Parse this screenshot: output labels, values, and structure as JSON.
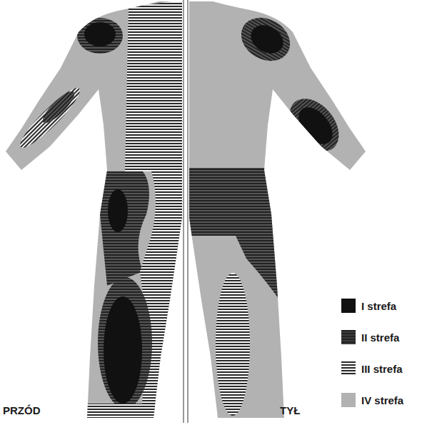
{
  "diagram": {
    "labels": [
      "PRZÓD",
      "TYŁ"
    ],
    "legend": [
      {
        "text": "I strefa",
        "color": "#111111"
      },
      {
        "text": "II strefa",
        "color": "#3c3c3c"
      },
      {
        "text": "III strefa",
        "color": "#9a9a9a"
      },
      {
        "text": "IV strefa",
        "color": "#b2b2b2"
      }
    ]
  }
}
